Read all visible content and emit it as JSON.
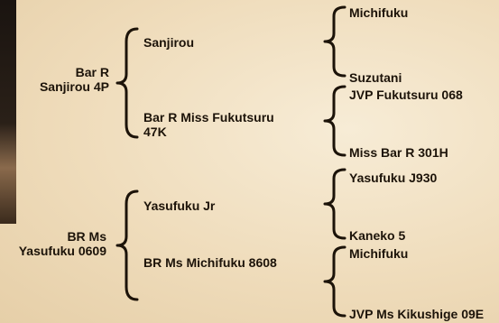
{
  "pedigree": {
    "subject_a": {
      "name": "Bar R\nSanjirou 4P"
    },
    "subject_b": {
      "name": "BR Ms\nYasufuku 0609"
    },
    "parents": [
      {
        "name": "Sanjirou"
      },
      {
        "name": "Bar R Miss Fukutsuru\n47K"
      },
      {
        "name": "Yasufuku Jr"
      },
      {
        "name": "BR Ms Michifuku 8608"
      }
    ],
    "grandparents": [
      {
        "name": "Michifuku"
      },
      {
        "name": "Suzutani"
      },
      {
        "name": "JVP Fukutsuru 068"
      },
      {
        "name": "Miss Bar R 301H"
      },
      {
        "name": "Yasufuku J930"
      },
      {
        "name": "Kaneko 5"
      },
      {
        "name": "Michifuku"
      },
      {
        "name": "JVP Ms Kikushige 09E"
      }
    ]
  }
}
